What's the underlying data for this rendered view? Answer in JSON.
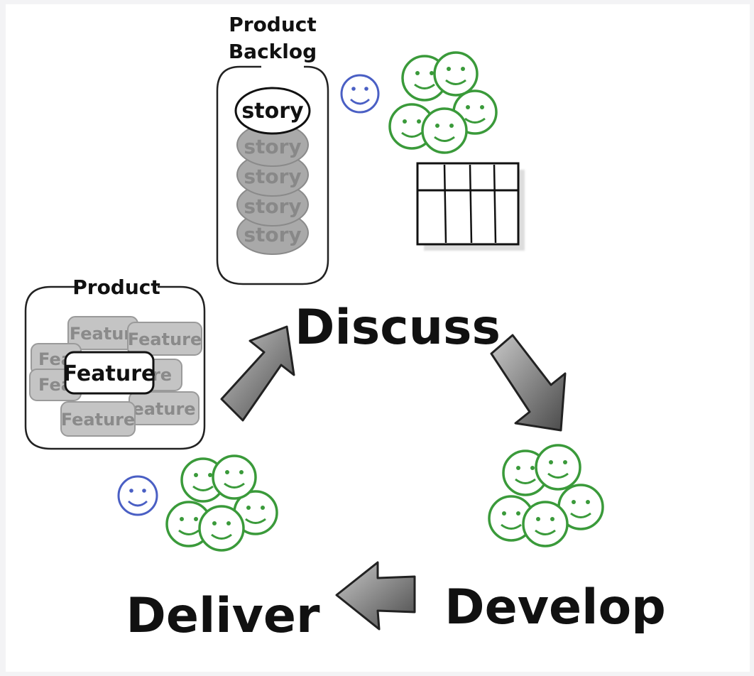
{
  "stages": {
    "discuss": "Discuss",
    "develop": "Develop",
    "deliver": "Deliver"
  },
  "product_backlog": {
    "title_line1": "Product",
    "title_line2": "Backlog",
    "top_item": "story",
    "stacked_items": [
      "story",
      "story",
      "story",
      "story"
    ]
  },
  "product": {
    "title": "Product",
    "top_item": "Feature",
    "background_items": [
      "Featur",
      "Feature",
      "Fea",
      "Fea",
      "re",
      "eature",
      "Feature"
    ]
  },
  "colors": {
    "team_green": "#3a9a3a",
    "customer_blue": "#4a5fc4",
    "arrow_dark": "#555555",
    "arrow_light": "#bdbdbd",
    "outline": "#222222"
  }
}
